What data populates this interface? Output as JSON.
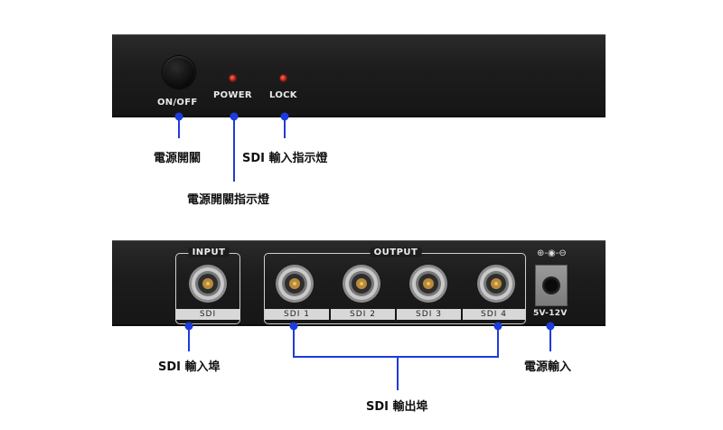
{
  "front_panel": {
    "on_off_label": "ON/OFF",
    "power_label": "POWER",
    "lock_label": "LOCK"
  },
  "rear_panel": {
    "input_title": "INPUT",
    "output_title": "OUTPUT",
    "input_port_label": "SDI",
    "output_port_labels": [
      "SDI 1",
      "SDI 2",
      "SDI 3",
      "SDI 4"
    ],
    "power_spec": "5V-12V",
    "polarity_symbol": "⊕-◉-⊖"
  },
  "callouts": {
    "power_switch": "電源開關",
    "power_indicator": "電源開關指示燈",
    "sdi_input_indicator": "SDI 輸入指示燈",
    "sdi_input_port": "SDI 輸入埠",
    "sdi_output_port": "SDI 輸出埠",
    "power_input": "電源輸入"
  },
  "colors": {
    "callout_line": "#1e3bdc",
    "led_red": "#d01a0b",
    "panel": "#1c1c1c"
  }
}
